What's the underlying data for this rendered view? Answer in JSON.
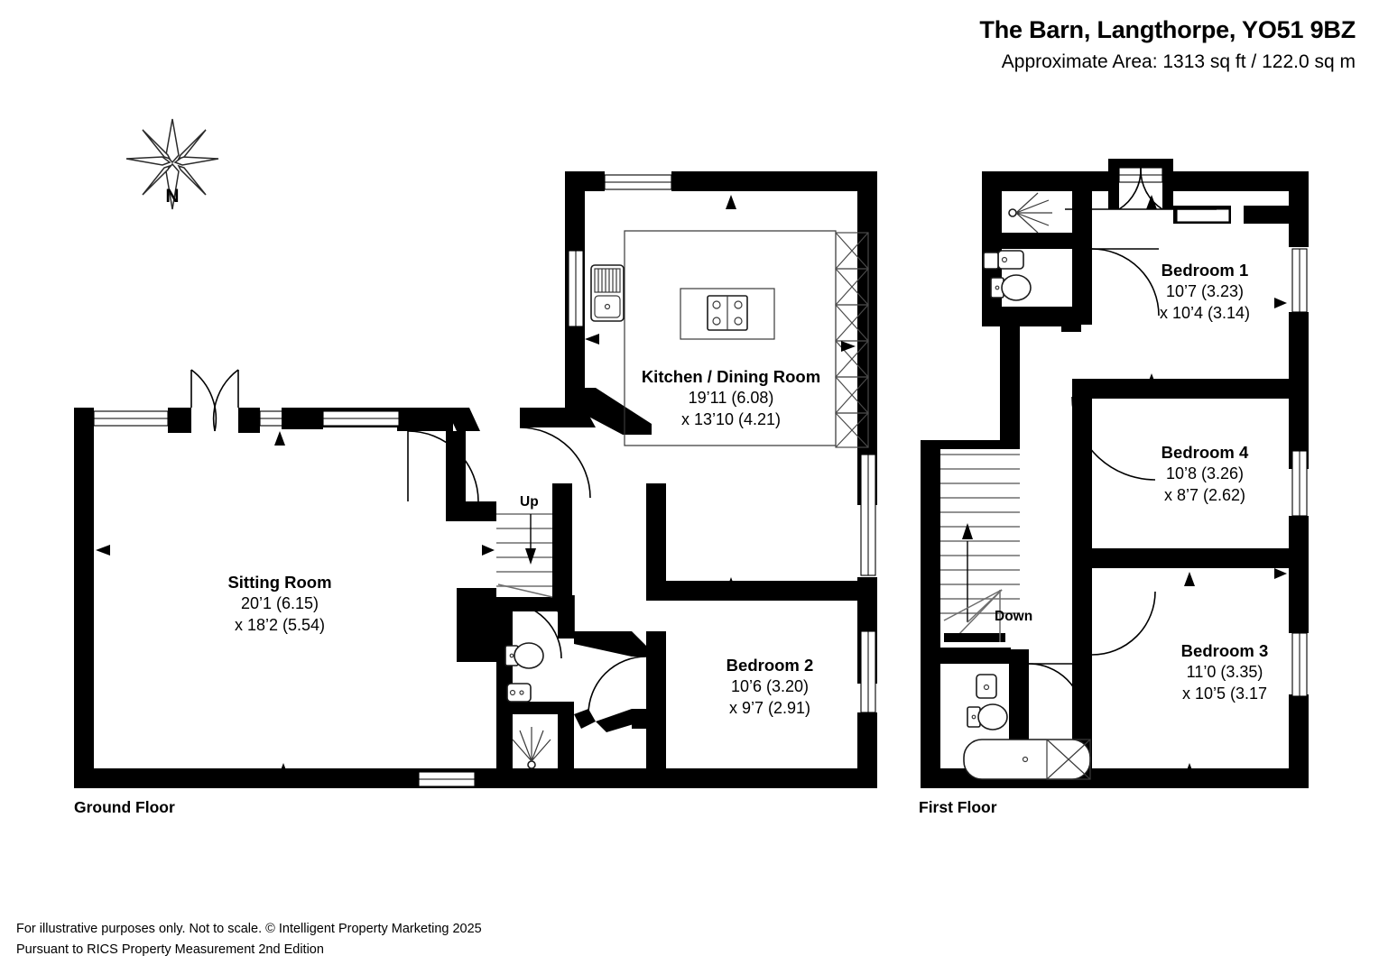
{
  "header": {
    "title": "The Barn, Langthorpe, YO51 9BZ",
    "subtitle": "Approximate Area: 1313 sq ft / 122.0 sq m"
  },
  "footer": {
    "line1": "For illustrative purposes only. Not to scale. © Intelligent Property Marketing 2025",
    "line2": "Pursuant to RICS Property Measurement 2nd Edition"
  },
  "compass": {
    "north_label": "N",
    "icon": "compass-rose-icon"
  },
  "floors": [
    {
      "id": "ground",
      "label": "Ground Floor",
      "rooms": [
        {
          "id": "sitting-room",
          "name": "Sitting Room",
          "dim_line1": "20’1 (6.15)",
          "dim_line2": "x 18’2 (5.54)"
        },
        {
          "id": "kitchen-dining-room",
          "name": "Kitchen / Dining Room",
          "dim_line1": "19’11 (6.08)",
          "dim_line2": "x 13’10 (4.21)"
        },
        {
          "id": "bedroom-2",
          "name": "Bedroom 2",
          "dim_line1": "10’6 (3.20)",
          "dim_line2": "x 9’7 (2.91)"
        }
      ],
      "stairs": {
        "direction_label": "Up"
      }
    },
    {
      "id": "first",
      "label": "First Floor",
      "rooms": [
        {
          "id": "bedroom-1",
          "name": "Bedroom 1",
          "dim_line1": "10’7 (3.23)",
          "dim_line2": "x 10’4 (3.14)"
        },
        {
          "id": "bedroom-4",
          "name": "Bedroom 4",
          "dim_line1": "10’8 (3.26)",
          "dim_line2": "x 8’7 (2.62)"
        },
        {
          "id": "bedroom-3",
          "name": "Bedroom 3",
          "dim_line1": "11’0 (3.35)",
          "dim_line2": "x 10’5 (3.17"
        }
      ],
      "stairs": {
        "direction_label": "Down"
      }
    }
  ],
  "colors": {
    "wall": "#000000",
    "background": "#ffffff",
    "fixture_stroke": "#1a1a1a",
    "stair_stroke": "#6e6e6e"
  }
}
